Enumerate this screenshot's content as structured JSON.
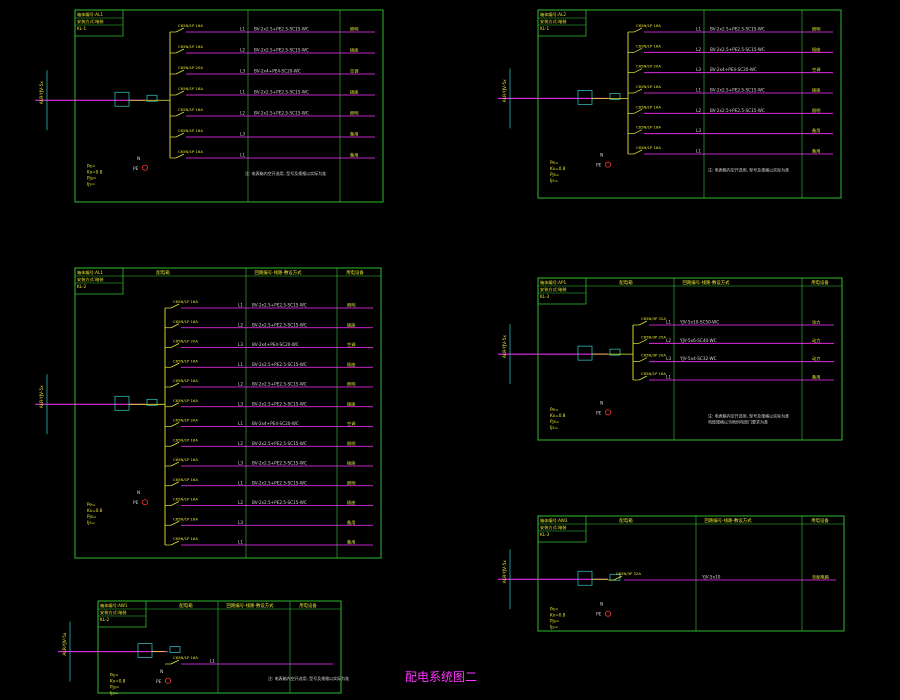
{
  "sheet_title": "配电系统图二",
  "colors": {
    "frame": "#33cc33",
    "busbar": "#ff33ff",
    "device": "#e6e633",
    "cable_text": "#d9d9d9",
    "label": "#e6e633",
    "load": "#e6e633",
    "note": "#d9d9d9",
    "marker": "#ff3333",
    "cyan": "#33cccc"
  },
  "panels": [
    {
      "id": "tl",
      "header": [
        "箱体编号:AL1",
        "安装方式:暗装",
        "KL-1"
      ],
      "cols": [],
      "incoming": "ALR-YJV-5x",
      "calc": [
        "Pe=",
        "Kx=0.8",
        "Pjs=",
        "Ijs="
      ],
      "notes": [
        "注: 电表箱内空开选用, 型号及规格以实际为准"
      ],
      "rows": [
        {
          "brk": "C65N/1P 16A",
          "ph": "L1",
          "cable": "BV-2x2.5+PE2.5-SC15-WC",
          "load": "照明"
        },
        {
          "brk": "C65N/1P 16A",
          "ph": "L2",
          "cable": "BV-2x2.5+PE2.5-SC15-WC",
          "load": "插座"
        },
        {
          "brk": "C65N/1P 20A",
          "ph": "L3",
          "cable": "BV-2x4+PE4-SC20-WC",
          "load": "空调"
        },
        {
          "brk": "C65N/1P 16A",
          "ph": "L1",
          "cable": "BV-2x2.5+PE2.5-SC15-WC",
          "load": "插座"
        },
        {
          "brk": "C65N/1P 16A",
          "ph": "L2",
          "cable": "BV-2x2.5+PE2.5-SC15-WC",
          "load": "照明"
        },
        {
          "brk": "C65N/1P 16A",
          "ph": "L3",
          "cable": "",
          "load": "备用"
        },
        {
          "brk": "C65N/1P 16A",
          "ph": "L1",
          "cable": "",
          "load": "备用"
        }
      ]
    },
    {
      "id": "tr",
      "header": [
        "箱体编号:AL2",
        "安装方式:暗装",
        "KL-1"
      ],
      "cols": [],
      "incoming": "ALR-YJV-5x",
      "calc": [
        "Pe=",
        "Kx=0.8",
        "Pjs=",
        "Ijs="
      ],
      "notes": [
        "注: 电表箱内空开选用, 型号及规格以实际为准"
      ],
      "rows": [
        {
          "brk": "C65N/1P 16A",
          "ph": "L1",
          "cable": "BV-2x2.5+PE2.5-SC15-WC",
          "load": "照明"
        },
        {
          "brk": "C65N/1P 16A",
          "ph": "L2",
          "cable": "BV-2x2.5+PE2.5-SC15-WC",
          "load": "插座"
        },
        {
          "brk": "C65N/1P 20A",
          "ph": "L3",
          "cable": "BV-2x4+PE4-SC20-WC",
          "load": "空调"
        },
        {
          "brk": "C65N/1P 16A",
          "ph": "L1",
          "cable": "BV-2x2.5+PE2.5-SC15-WC",
          "load": "插座"
        },
        {
          "brk": "C65N/1P 16A",
          "ph": "L2",
          "cable": "BV-2x2.5+PE2.5-SC15-WC",
          "load": "照明"
        },
        {
          "brk": "C65N/1P 16A",
          "ph": "L3",
          "cable": "",
          "load": "备用"
        },
        {
          "brk": "C65N/1P 16A",
          "ph": "L1",
          "cable": "",
          "load": "备用"
        }
      ]
    },
    {
      "id": "ml",
      "header": [
        "箱体编号:AL1",
        "安装方式:暗装",
        "KL-2"
      ],
      "cols": [
        "配电箱",
        "回路编号-线路-敷设方式",
        "用电设备"
      ],
      "incoming": "ALR-YJV-5x",
      "calc": [
        "Pe=",
        "Kx=0.8",
        "Pjs=",
        "Ijs="
      ],
      "notes": [],
      "rows": [
        {
          "brk": "C65N/1P 16A",
          "ph": "L1",
          "cable": "BV-2x2.5+PE2.5-SC15-WC",
          "load": "照明"
        },
        {
          "brk": "C65N/1P 16A",
          "ph": "L2",
          "cable": "BV-2x2.5+PE2.5-SC15-WC",
          "load": "插座"
        },
        {
          "brk": "C65N/1P 20A",
          "ph": "L3",
          "cable": "BV-2x4+PE4-SC20-WC",
          "load": "空调"
        },
        {
          "brk": "C65N/1P 16A",
          "ph": "L1",
          "cable": "BV-2x2.5+PE2.5-SC15-WC",
          "load": "插座"
        },
        {
          "brk": "C65N/1P 16A",
          "ph": "L2",
          "cable": "BV-2x2.5+PE2.5-SC15-WC",
          "load": "照明"
        },
        {
          "brk": "C65N/1P 16A",
          "ph": "L3",
          "cable": "BV-2x2.5+PE2.5-SC15-WC",
          "load": "插座"
        },
        {
          "brk": "C65N/1P 20A",
          "ph": "L1",
          "cable": "BV-2x4+PE4-SC20-WC",
          "load": "空调"
        },
        {
          "brk": "C65N/1P 16A",
          "ph": "L2",
          "cable": "BV-2x2.5+PE2.5-SC15-WC",
          "load": "照明"
        },
        {
          "brk": "C65N/1P 16A",
          "ph": "L3",
          "cable": "BV-2x2.5+PE2.5-SC15-WC",
          "load": "插座"
        },
        {
          "brk": "C65N/1P 16A",
          "ph": "L1",
          "cable": "BV-2x2.5+PE2.5-SC15-WC",
          "load": "照明"
        },
        {
          "brk": "C65N/1P 16A",
          "ph": "L2",
          "cable": "BV-2x2.5+PE2.5-SC15-WC",
          "load": "插座"
        },
        {
          "brk": "C65N/1P 16A",
          "ph": "L3",
          "cable": "",
          "load": "备用"
        },
        {
          "brk": "C65N/1P 16A",
          "ph": "L1",
          "cable": "",
          "load": "备用"
        }
      ]
    },
    {
      "id": "mr",
      "header": [
        "箱体编号:AP1",
        "安装方式:暗装",
        "KL-3"
      ],
      "cols": [
        "配电箱",
        "回路编号-线路-敷设方式",
        "用电设备"
      ],
      "incoming": "ALR-YJV-5x",
      "calc": [
        "Pe=",
        "Kx=0.8",
        "Pjs=",
        "Ijs="
      ],
      "notes": [
        "注: 电表箱内空开选用, 型号及规格以实际为准",
        "电缆规格以当地供电部门要求为准"
      ],
      "rows": [
        {
          "brk": "C65N/3P 32A",
          "ph": "L1",
          "cable": "YJV-5x10-SC50-WC",
          "load": "动力"
        },
        {
          "brk": "C65N/3P 25A",
          "ph": "L2",
          "cable": "YJV-5x6-SC40-WC",
          "load": "动力"
        },
        {
          "brk": "C65N/3P 20A",
          "ph": "L3",
          "cable": "YJV-5x4-SC32-WC",
          "load": "动力"
        },
        {
          "brk": "C65N/1P 16A",
          "ph": "L1",
          "cable": "",
          "load": "备用"
        }
      ]
    },
    {
      "id": "bl",
      "header": [
        "箱体编号:AW1",
        "安装方式:暗装",
        "KL-2"
      ],
      "cols": [
        "配电箱",
        "回路编号-线路-敷设方式",
        "用电设备"
      ],
      "incoming": "ALR-YJV-5x",
      "calc": [
        "Pe=",
        "Kx=0.8",
        "Pjs=",
        "Ijs="
      ],
      "notes": [
        "注: 电表箱内空开选用, 型号及规格以实际为准"
      ],
      "rows": [
        {
          "brk": "C65N/1P 16A",
          "ph": "L1",
          "cable": "",
          "load": ""
        }
      ]
    },
    {
      "id": "br",
      "header": [
        "箱体编号:AW2",
        "安装方式:暗装",
        "KL-3"
      ],
      "cols": [
        "配电箱",
        "回路编号-线路-敷设方式",
        "用电设备"
      ],
      "incoming": "ALR-YJV-5x",
      "calc": [
        "Pe=",
        "Kx=0.8",
        "Pjs=",
        "Ijs="
      ],
      "notes": [],
      "rows": [
        {
          "brk": "C65N/3P 32A",
          "ph": "",
          "cable": "YJV-5x10",
          "load": "至配电箱"
        }
      ]
    }
  ]
}
